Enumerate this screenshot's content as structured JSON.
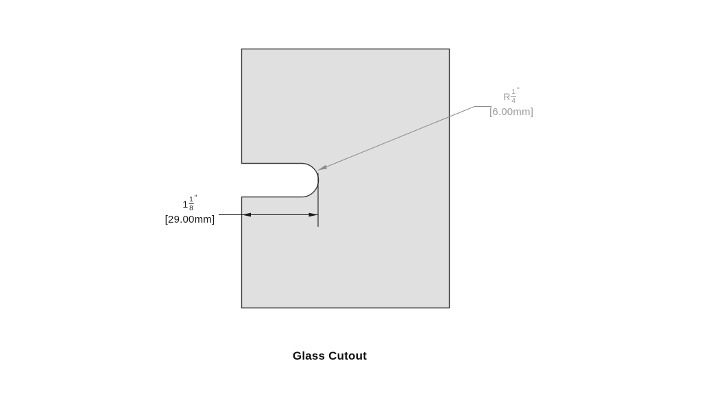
{
  "drawing": {
    "title": "Glass Cutout",
    "width_dimension": {
      "whole": "1",
      "numerator": "1",
      "denominator": "8",
      "unit_mark": "\"",
      "metric": "[29.00mm]"
    },
    "radius_dimension": {
      "prefix": "R",
      "numerator": "1",
      "denominator": "4",
      "unit_mark": "\"",
      "metric": "[6.00mm]"
    }
  },
  "colors": {
    "background": "#ffffff",
    "glass_fill": "#e0e0e0",
    "edge_stroke": "#3c3c3c",
    "dimension_color": "#1a1a1a",
    "radius_callout_color": "#9b9b9b",
    "leader_stroke": "#8c8c8c",
    "title_color": "#111111"
  }
}
